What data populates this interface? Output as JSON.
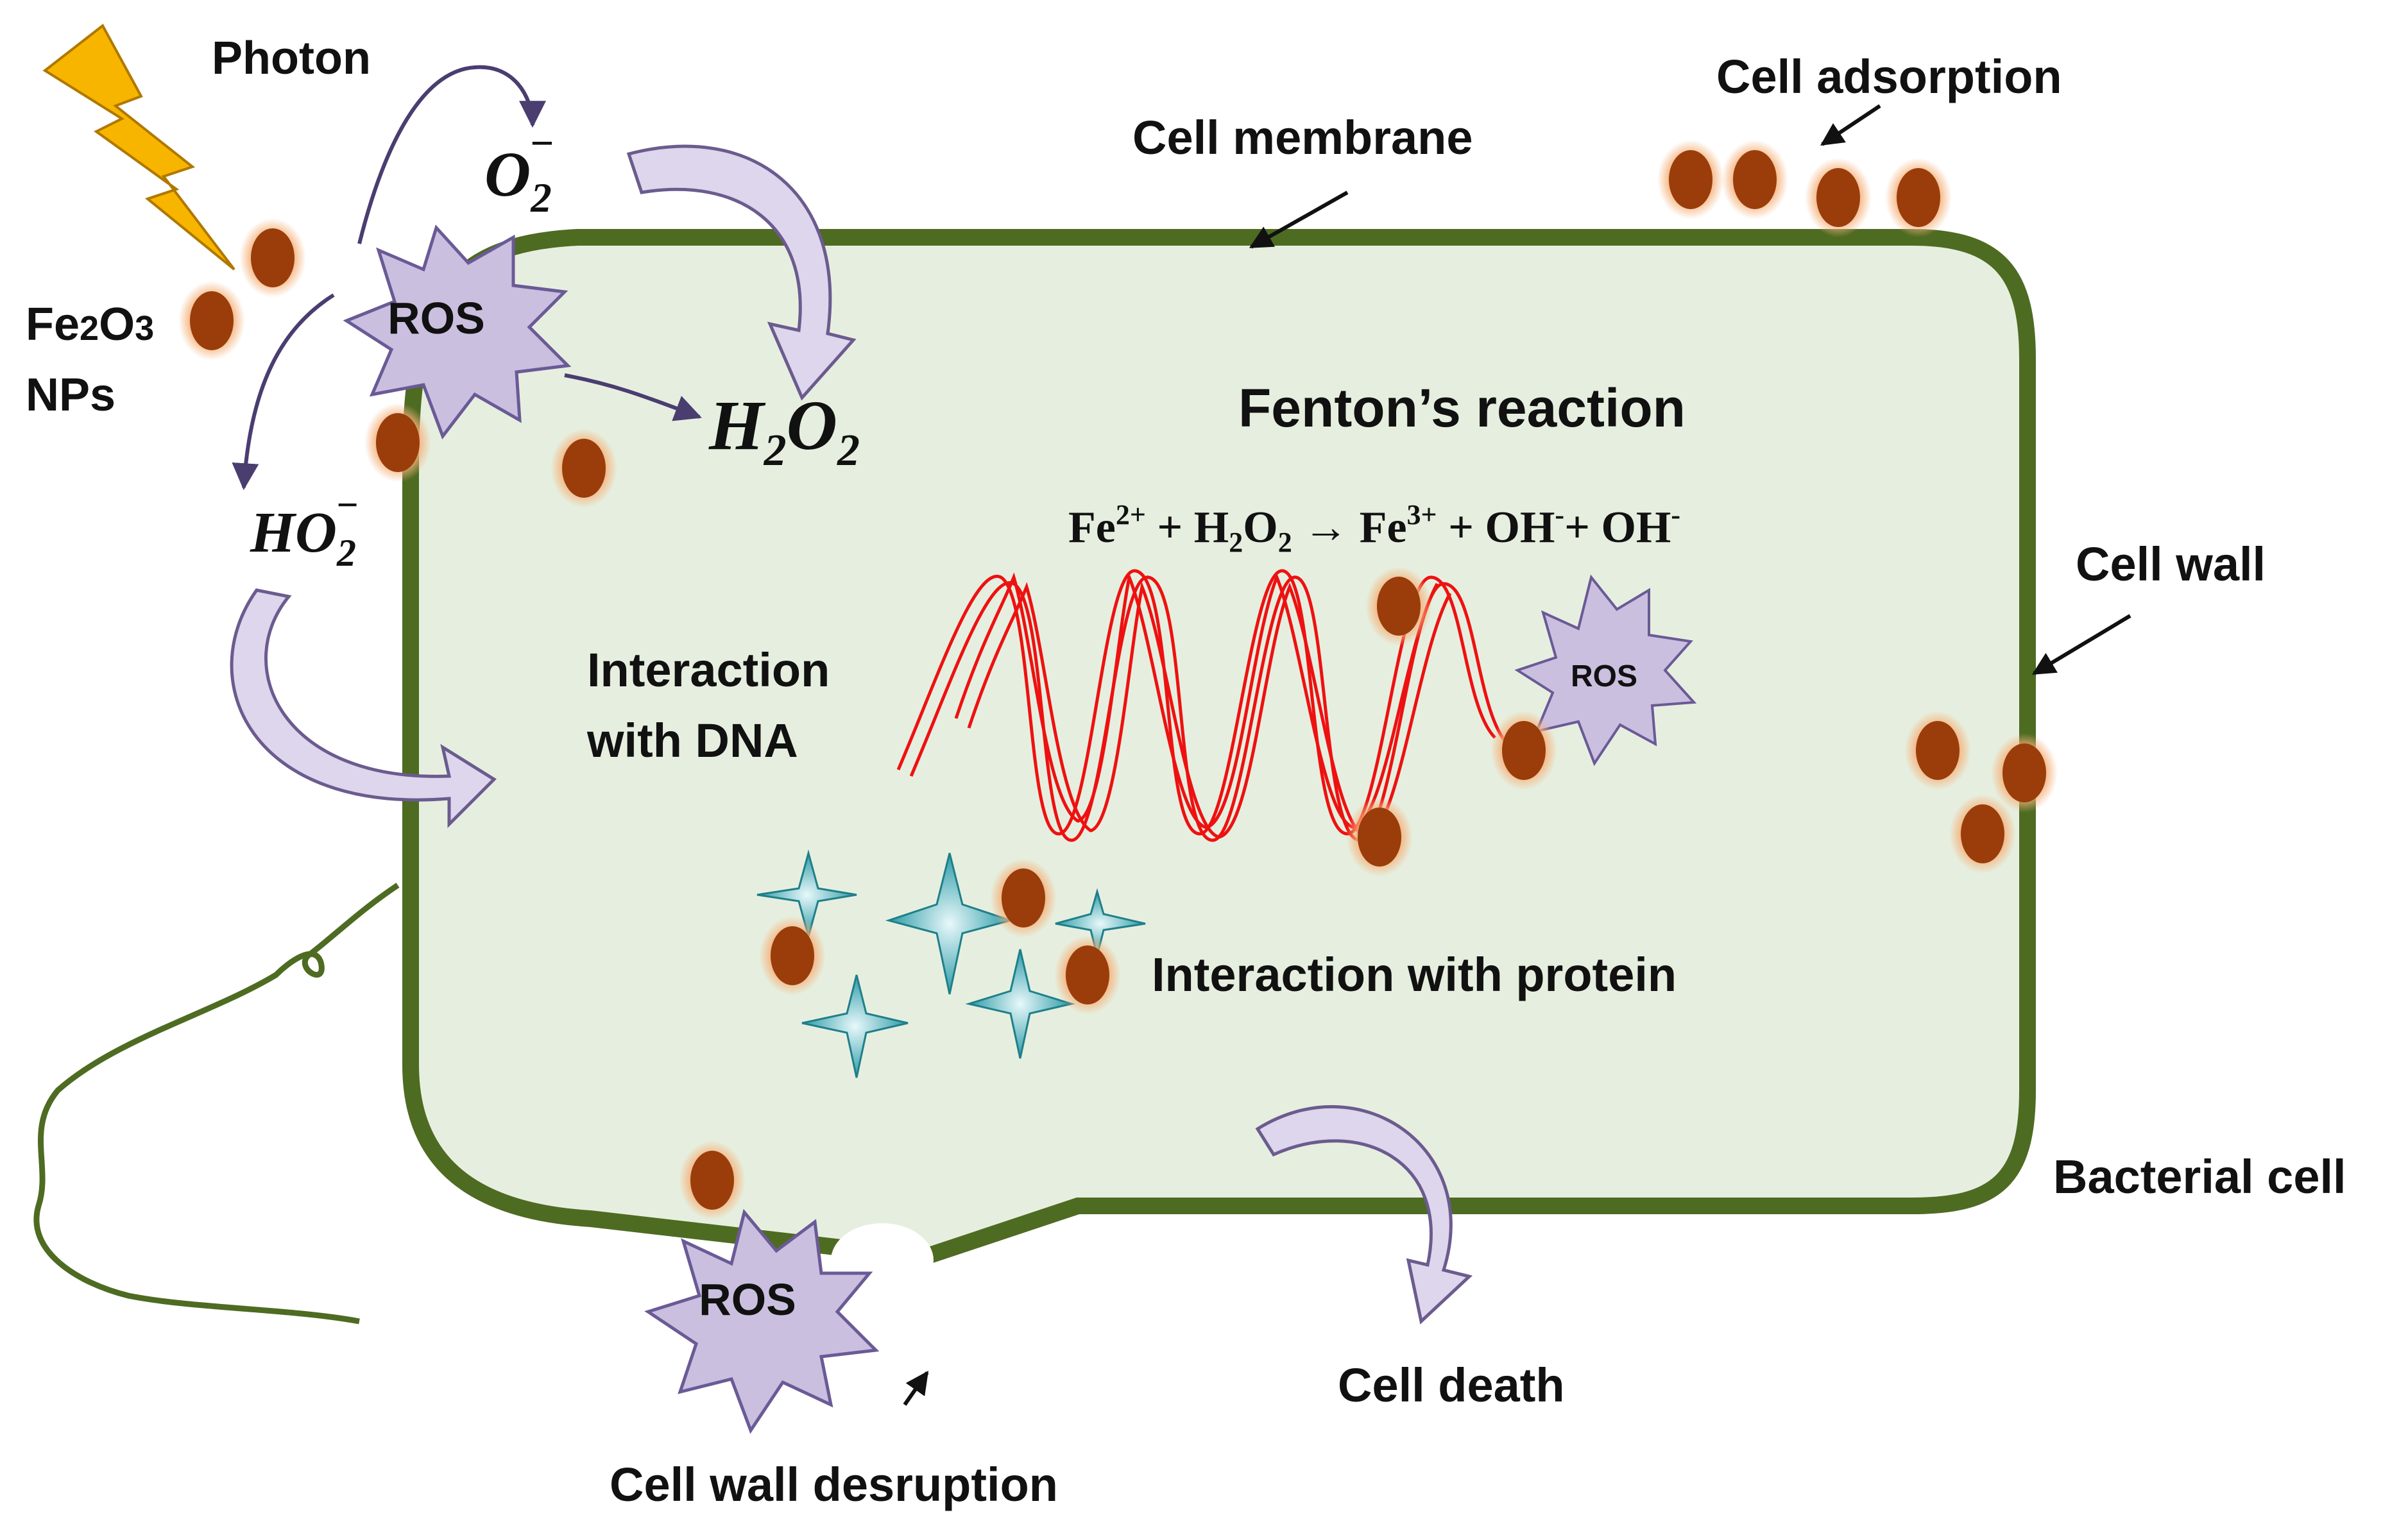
{
  "labels": {
    "photon": "Photon",
    "fe2o3_prefix": "Fe",
    "fe2o3_sub1": "2",
    "fe2o3_mid": "O",
    "fe2o3_sub2": "3",
    "nps": "NPs",
    "cell_membrane": "Cell membrane",
    "cell_adsorption": "Cell adsorption",
    "cell_wall": "Cell wall",
    "bacterial_cell": "Bacterial cell",
    "fenton_title": "Fenton’s reaction",
    "interaction_dna_line1": "Interaction",
    "interaction_dna_line2": "with DNA",
    "interaction_protein": "Interaction with protein",
    "cell_death": "Cell death",
    "cell_wall_disruption": "Cell wall desruption",
    "ros": "ROS"
  },
  "chemistry": {
    "superoxide_base": "O",
    "superoxide_sub": "2",
    "superoxide_sup": "−",
    "h2o2_h": "H",
    "h2o2_sub1": "2",
    "h2o2_o": "O",
    "h2o2_sub2": "2",
    "ho2_base": "HO",
    "ho2_sub": "2",
    "ho2_sup": "−"
  },
  "fenton_equation": {
    "fe": "Fe",
    "fe_charge": "2+",
    "plus1": " + H",
    "h_sub": "2",
    "o": "O",
    "o_sub": "2",
    "arrow": " → Fe",
    "fe3_charge": "3+",
    "oh1": " + OH",
    "oh1_charge": "-",
    "oh2": "+ OH",
    "oh2_charge": "-"
  },
  "colors": {
    "cell_fill": "#e6efdf",
    "cell_wall": "#4e6b22",
    "flagellum": "#4e6b22",
    "nanoparticle": "#9a3d0a",
    "nanoparticle_glow": "#f5b27c",
    "ros_fill": "#cbbfe0",
    "ros_stroke": "#6a5a96",
    "process_arrow": "#ddd6ec",
    "process_arrow_stroke": "#6b5b8e",
    "dna": "#ee1111",
    "protein": "#2a9aa6",
    "lightning": "#f7b500"
  }
}
